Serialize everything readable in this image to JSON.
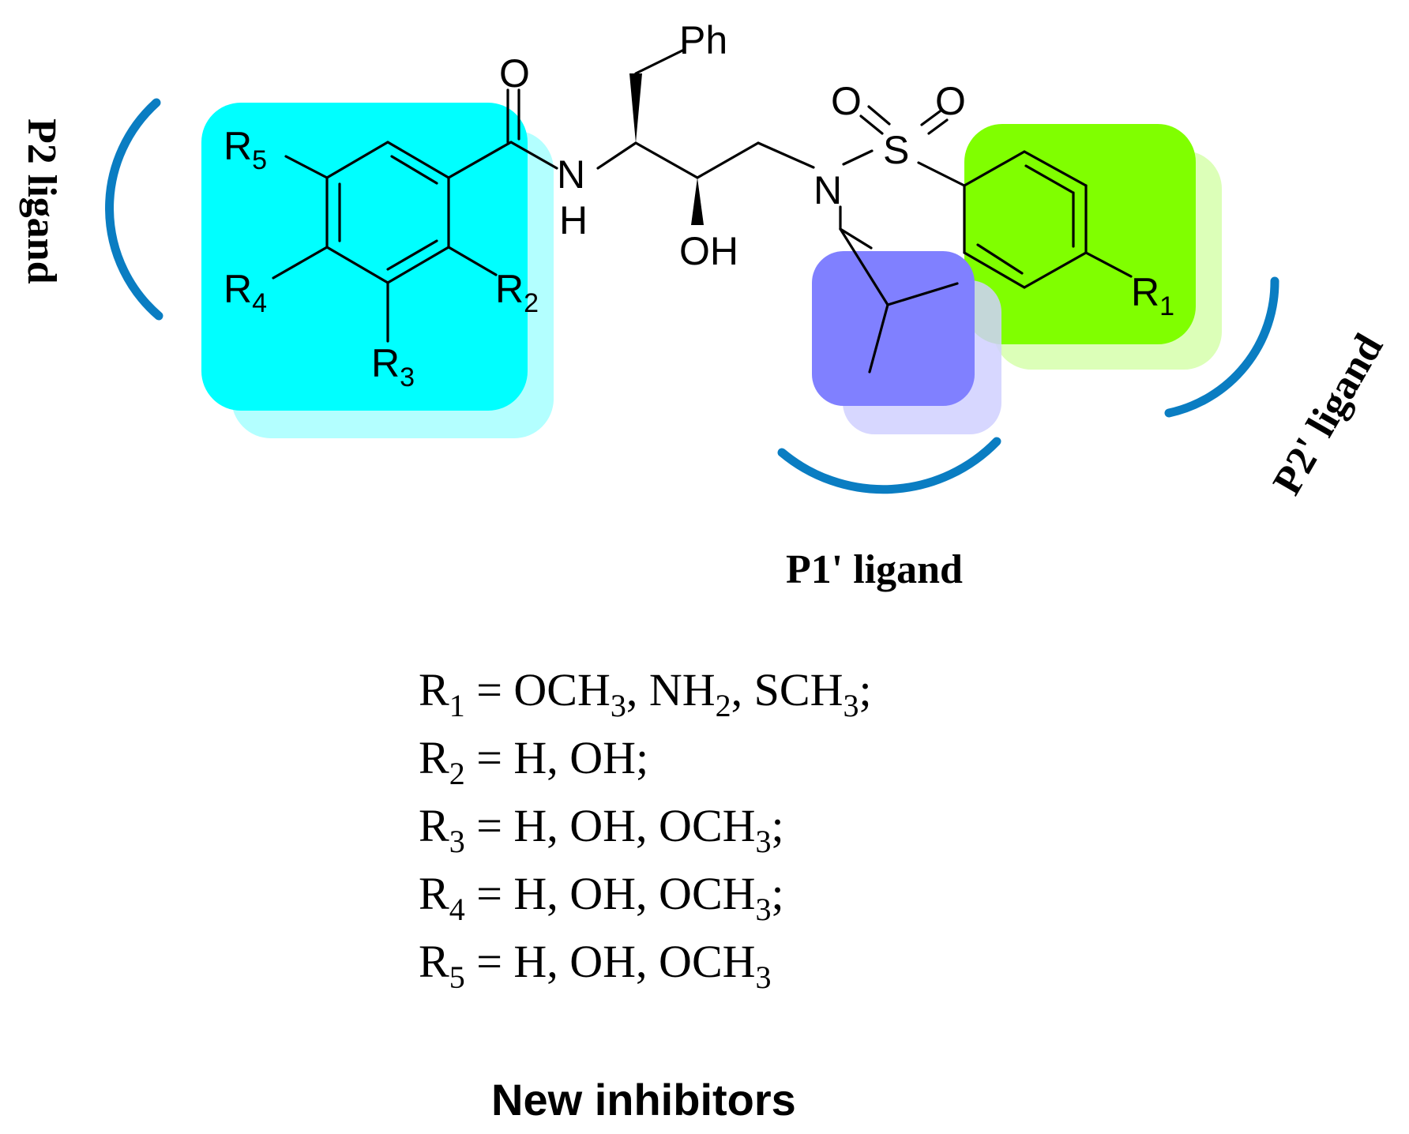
{
  "atoms": {
    "ph": "Ph",
    "carbonyl_o": "O",
    "amide_n": "N",
    "amide_h": "H",
    "hydroxyl": "OH",
    "sulfonamide_n": "N",
    "sulfur": "S",
    "sulfonyl_o1": "O",
    "sulfonyl_o2": "O",
    "r_letter": "R",
    "r1_num": "1",
    "r2_num": "2",
    "r3_num": "3",
    "r4_num": "4",
    "r5_num": "5"
  },
  "ligands": {
    "p2": "P2 ligand",
    "p1_prime": "P1' ligand",
    "p2_prime": "P2' ligand"
  },
  "definitions": [
    {
      "letter": "R",
      "num": "1",
      "text": " = OCH",
      "sub": "3",
      "text2": ", NH",
      "sub2": "2",
      "text3": ", SCH",
      "sub3": "3",
      "text4": ";"
    },
    {
      "letter": "R",
      "num": "2",
      "text": " = H, OH;"
    },
    {
      "letter": "R",
      "num": "3",
      "text": " = H, OH, OCH",
      "sub": "3",
      "text2": ";"
    },
    {
      "letter": "R",
      "num": "4",
      "text": " = H, OH, OCH",
      "sub": "3",
      "text2": ";"
    },
    {
      "letter": "R",
      "num": "5",
      "text": " = H, OH, OCH",
      "sub": "3"
    }
  ],
  "caption": "New inhibitors",
  "colors": {
    "p2_box": "#00ffff",
    "p2_box_shadow": "#b3ffff",
    "p1_box": "#8080ff",
    "p1_box_shadow": "#d0d0ff",
    "p2_prime_box": "#80ff00",
    "p2_prime_box_shadow": "#dcffb8",
    "arc": "#0a7dc2"
  }
}
